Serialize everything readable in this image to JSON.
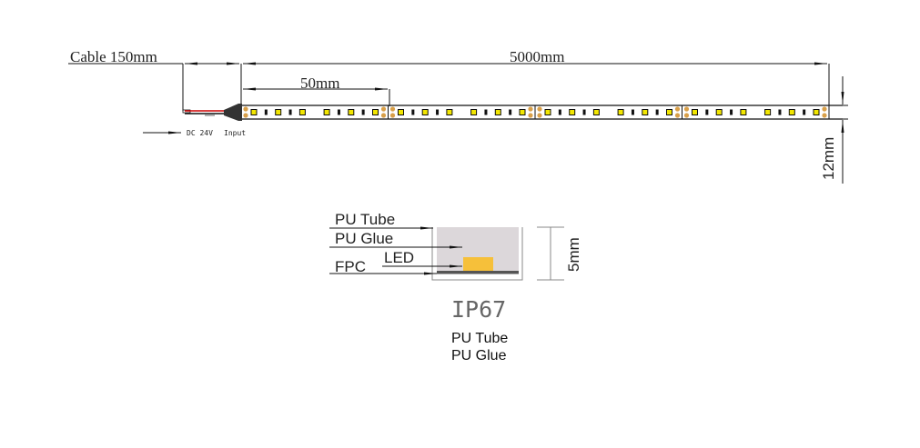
{
  "title": "LED Strip Dimension Drawing",
  "dimensions": {
    "cable_length": "Cable 150mm",
    "strip_length": "5000mm",
    "cut_unit": "50mm",
    "strip_width": "12mm",
    "profile_height": "5mm"
  },
  "input": {
    "voltage": "DC 24V",
    "label": "Input"
  },
  "strip": {
    "segments": 4,
    "pattern": [
      "led",
      "res",
      "led",
      "res",
      "led",
      "gap",
      "led",
      "res",
      "led",
      "res",
      "led"
    ],
    "colors": {
      "led_fill": "#f2e600",
      "pad": "#d9a04a",
      "resistor": "#111111",
      "wire_red": "#cc0000",
      "connector": "#333333"
    }
  },
  "cross_section": {
    "labels": {
      "pu_tube": "PU Tube",
      "pu_glue": "PU Glue",
      "led": "LED",
      "fpc": "FPC"
    },
    "colors": {
      "glue_fill": "#dcd7da",
      "led_fill": "#f6c03a",
      "fpc_fill": "#555555",
      "tube_stroke": "#888888"
    }
  },
  "rating": {
    "title": "IP67",
    "lines": [
      "PU Tube",
      "PU Glue"
    ]
  }
}
